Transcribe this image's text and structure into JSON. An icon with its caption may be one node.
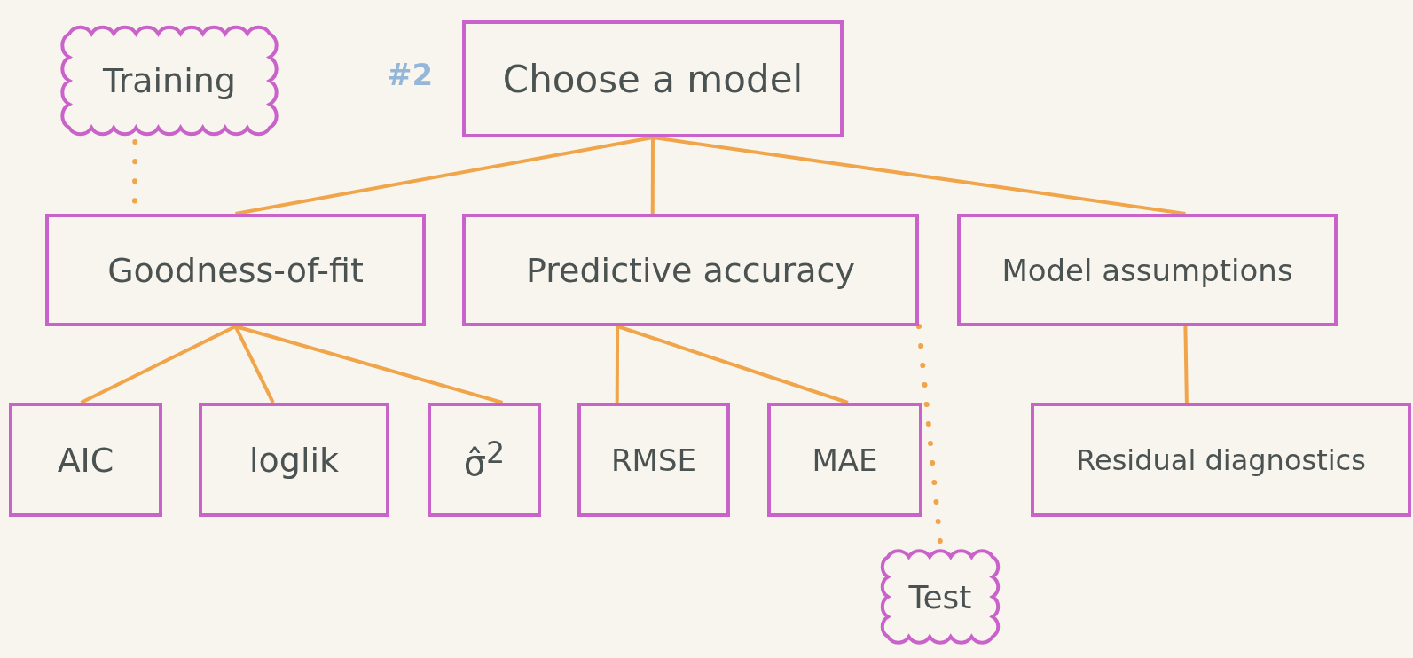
{
  "diagram": {
    "nodes": [
      {
        "text": [
          "Training"
        ]
      },
      {
        "text": [
          "Choose a model"
        ]
      },
      {
        "text": [
          "Goodness-of-fit"
        ]
      },
      {
        "text": [
          "Predictive accuracy"
        ]
      },
      {
        "text": [
          "Model assumptions"
        ]
      },
      {
        "text": [
          "AIC"
        ]
      },
      {
        "text": [
          "loglik"
        ]
      },
      {
        "text": [
          "σ̂$^{2}$"
        ]
      },
      {
        "text": [
          "RMSE"
        ]
      },
      {
        "text": [
          "MAE"
        ]
      },
      {
        "text": [
          "Residual diagnostics"
        ]
      },
      {
        "text": [
          "Test"
        ]
      }
    ],
    "edges": [
      {
        "from": 1,
        "to": 2,
        "arrow": "none"
      },
      {
        "from": 1,
        "to": 3,
        "arrow": "none"
      },
      {
        "from": 1,
        "to": 4,
        "arrow": "none"
      },
      {
        "from": 2,
        "to": 5,
        "arrow": "none"
      },
      {
        "from": 2,
        "to": 6,
        "arrow": "none"
      },
      {
        "from": 2,
        "to": 7,
        "arrow": "none"
      },
      {
        "from": 3,
        "to": 8,
        "arrow": "none"
      },
      {
        "from": 3,
        "to": 9,
        "arrow": "none"
      },
      {
        "from": 4,
        "to": 10,
        "arrow": "none"
      },
      {
        "from": 0,
        "to": 2,
        "arrow": "none",
        "style": "dashed"
      },
      {
        "from": 3,
        "to": 11,
        "arrow": "none",
        "style": "dashed"
      }
    ],
    "labels": [
      "#2"
    ]
  }
}
